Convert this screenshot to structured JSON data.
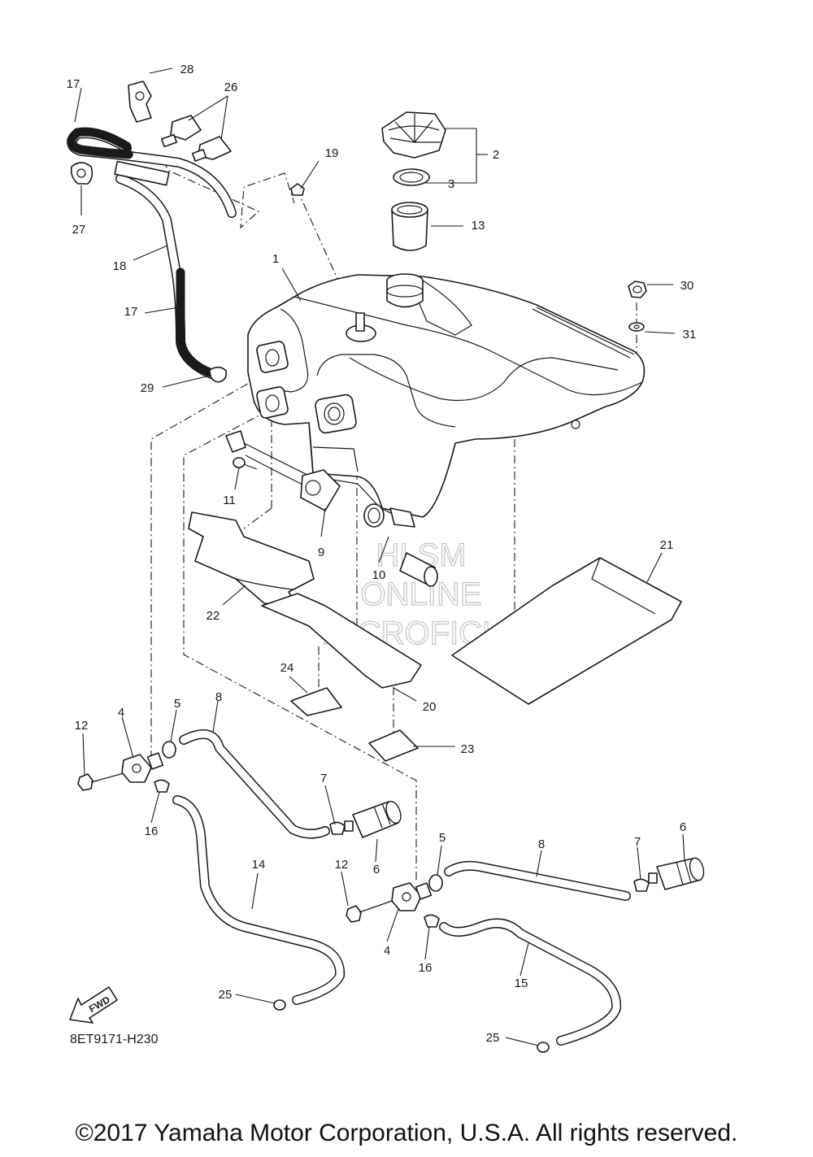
{
  "diagram_code": "8ET9171-H230",
  "copyright": "©2017 Yamaha Motor Corporation, U.S.A. All rights reserved.",
  "fwd_label": "FWD",
  "watermark": [
    "HLSM",
    "ONLINE",
    "MICROFICHE"
  ],
  "callouts": {
    "c1": "1",
    "c2": "2",
    "c3": "3",
    "c4a": "4",
    "c4b": "4",
    "c5a": "5",
    "c5b": "5",
    "c6a": "6",
    "c6b": "6",
    "c7a": "7",
    "c7b": "7",
    "c8a": "8",
    "c8b": "8",
    "c9": "9",
    "c10": "10",
    "c11": "11",
    "c12a": "12",
    "c12b": "12",
    "c13": "13",
    "c14": "14",
    "c15": "15",
    "c16a": "16",
    "c16b": "16",
    "c17a": "17",
    "c17b": "17",
    "c18": "18",
    "c19": "19",
    "c20": "20",
    "c21": "21",
    "c22": "22",
    "c23": "23",
    "c24": "24",
    "c25a": "25",
    "c25b": "25",
    "c26": "26",
    "c27": "27",
    "c28": "28",
    "c29": "29",
    "c30": "30",
    "c31": "31"
  }
}
